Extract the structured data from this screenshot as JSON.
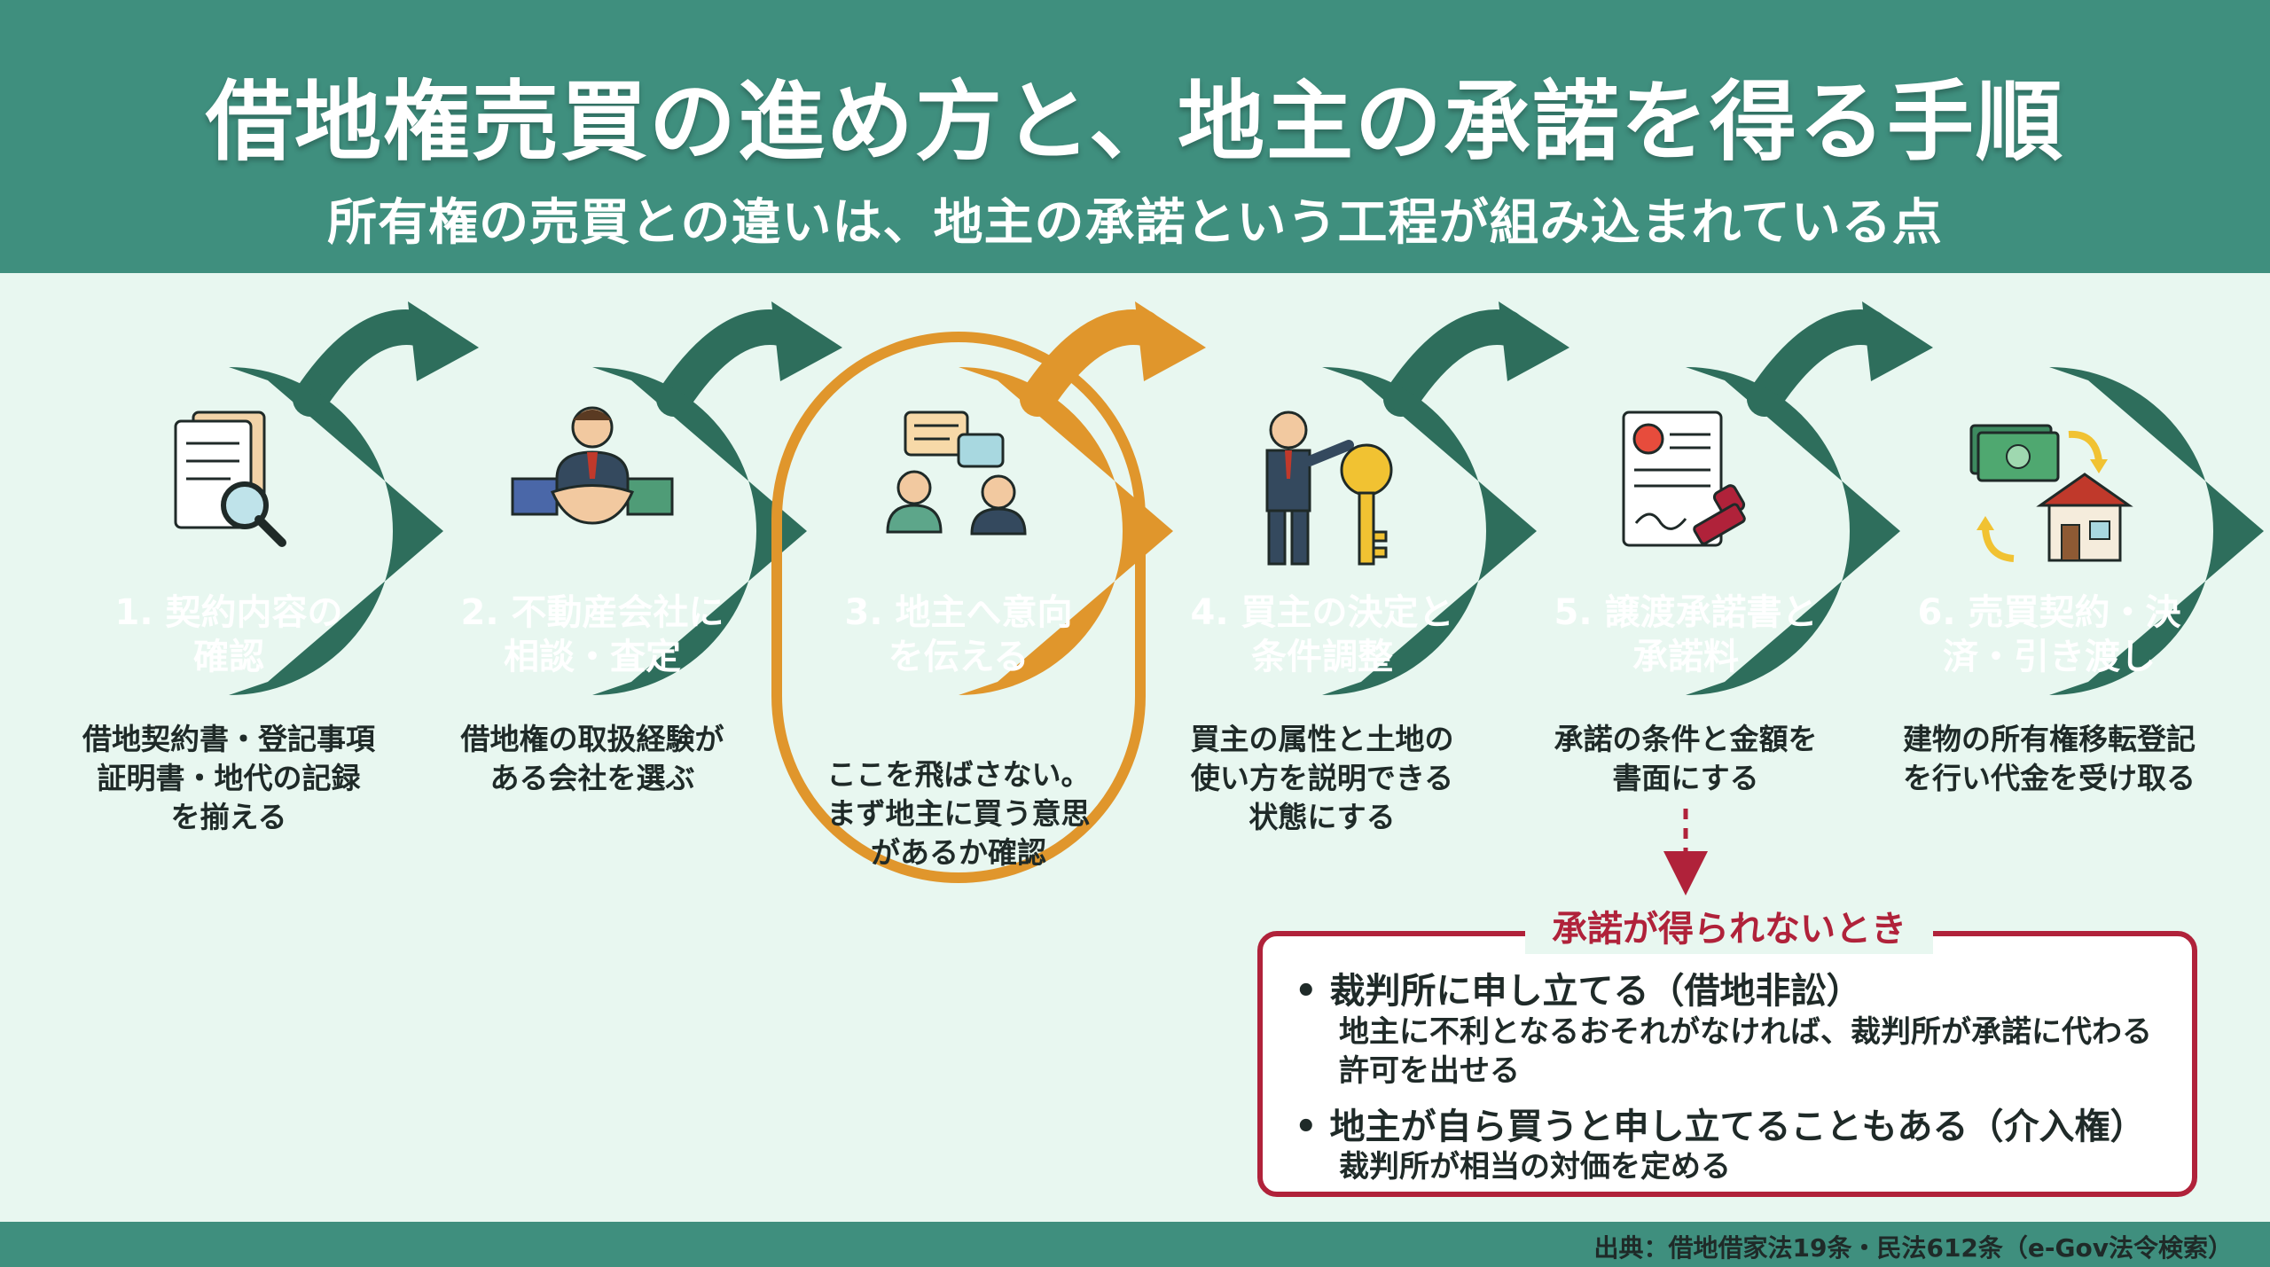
{
  "header": {
    "title": "借地権売買の進め方と、地主の承諾を得る手順",
    "subtitle": "所有権の売買との違いは、地主の承諾という工程が組み込まれている点"
  },
  "colors": {
    "header_green": "#3f8f7e",
    "step_green": "#2e6e5c",
    "highlight_orange": "#e0962c",
    "warning_red": "#b0223a",
    "background": "#e8f7f0"
  },
  "steps": [
    {
      "title": "1. 契約内容の\n確認",
      "desc": "借地契約書・登記事項\n証明書・地代の記録\nを揃える",
      "icon": "document-search-icon"
    },
    {
      "title": "2. 不動産会社に\n相談・査定",
      "desc": "借地権の取扱経験が\nある会社を選ぶ",
      "icon": "handshake-icon"
    },
    {
      "title": "3. 地主へ意向\nを伝える",
      "desc": "ここを飛ばさない。\nまず地主に買う意思\nがあるか確認",
      "icon": "conversation-icon"
    },
    {
      "title": "4. 買主の決定と\n条件調整",
      "desc": "買主の属性と土地の\n使い方を説明できる\n状態にする",
      "icon": "key-presenter-icon"
    },
    {
      "title": "5. 譲渡承諾書と\n承諾料",
      "desc": "承諾の条件と金額を\n書面にする",
      "icon": "contract-stamp-icon"
    },
    {
      "title": "6. 売買契約・決\n済・引き渡し",
      "desc": "建物の所有権移転登記\nを行い代金を受け取る",
      "icon": "money-house-exchange-icon"
    }
  ],
  "warning": {
    "title": "承諾が得られないとき",
    "items": [
      {
        "head": "• 裁判所に申し立てる（借地非訟）",
        "desc": "地主に不利となるおそれがなければ、裁判所が承諾に代わる\n許可を出せる"
      },
      {
        "head": "• 地主が自ら買うと申し立てることもある（介入権）",
        "desc": "裁判所が相当の対価を定める"
      }
    ]
  },
  "footer": {
    "source": "出典：借地借家法19条・民法612条（e-Gov法令検索）"
  }
}
